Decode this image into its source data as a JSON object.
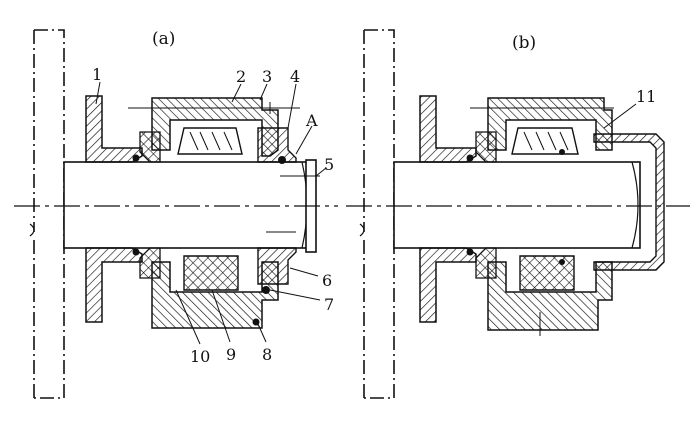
{
  "figure": {
    "panel_a": {
      "caption": "(a)",
      "callouts": [
        "1",
        "2",
        "3",
        "4",
        "A",
        "5",
        "6",
        "7",
        "8",
        "9",
        "10"
      ]
    },
    "panel_b": {
      "caption": "(b)",
      "callouts": [
        "11"
      ]
    }
  },
  "colors": {
    "ink": "#111111",
    "background": "#ffffff"
  },
  "style": "engineering cross-section line drawing with cross-hatching"
}
